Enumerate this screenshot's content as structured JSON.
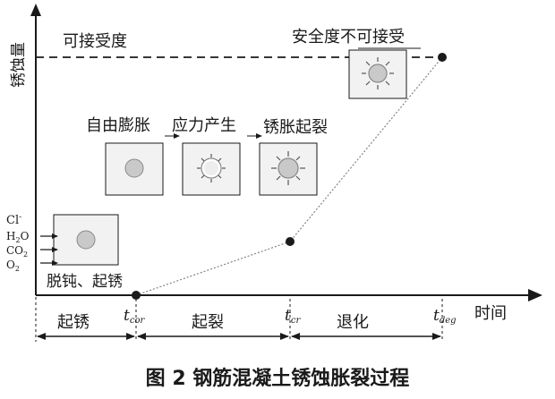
{
  "axes": {
    "y_label": "锈蚀量",
    "x_label": "时间"
  },
  "thresholds": {
    "acceptable": "可接受度",
    "unacceptable": "安全度不可接受"
  },
  "stages": {
    "free_expansion": "自由膨胀",
    "stress_generation": "应力产生",
    "crack_initiation": "锈胀起裂",
    "depassivation": "脱钝、起锈"
  },
  "agents": {
    "chloride": "Cl",
    "chloride_sup": "-",
    "water": "H",
    "water_sub": "2",
    "water_end": "O",
    "co2": "CO",
    "co2_sub": "2",
    "o2": "O",
    "o2_sub": "2"
  },
  "time_markers": {
    "t_cor": "t",
    "t_cor_sub": "cor",
    "t_cr": "t",
    "t_cr_sub": "cr",
    "t_deg": "t",
    "t_deg_sub": "deg"
  },
  "phases": {
    "rusting": "起锈",
    "cracking": "起裂",
    "degradation": "退化"
  },
  "caption": "图 2   钢筋混凝土锈蚀胀裂过程",
  "colors": {
    "ink": "#1a1a1a",
    "box_fill": "#f2f2f2",
    "rust": "#c9c9c9"
  }
}
